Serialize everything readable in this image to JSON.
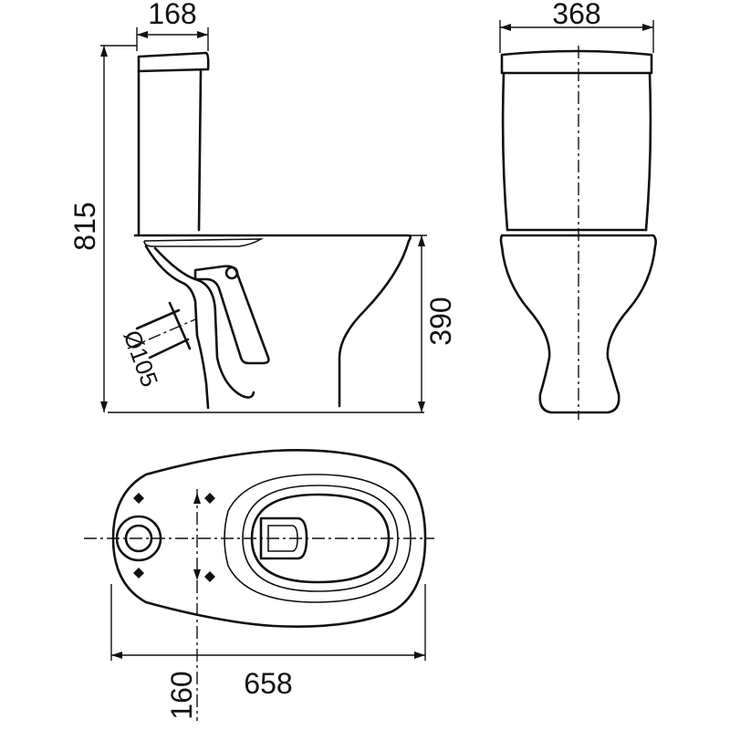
{
  "dimensions": {
    "tank_depth": "168",
    "tank_width": "368",
    "total_height": "815",
    "bowl_height": "390",
    "outlet_diameter": "Ø105",
    "total_length": "658",
    "fixing_distance": "160"
  }
}
